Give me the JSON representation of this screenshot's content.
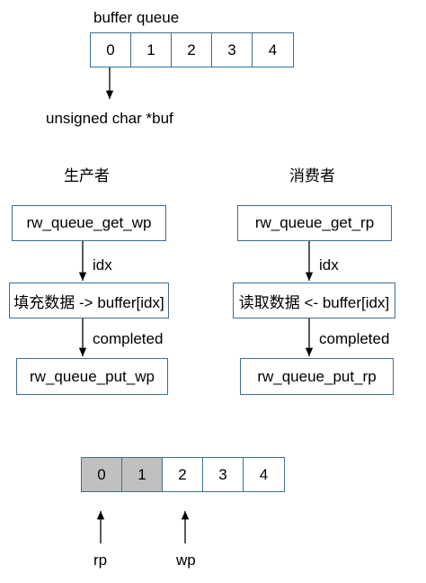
{
  "top": {
    "title": "buffer queue",
    "cells": [
      "0",
      "1",
      "2",
      "3",
      "4"
    ],
    "pointer_label": "unsigned char *buf"
  },
  "producer": {
    "title": "生产者",
    "step1": "rw_queue_get_wp",
    "edge1": "idx",
    "step2": "填充数据 -> buffer[idx]",
    "edge2": "completed",
    "step3": "rw_queue_put_wp"
  },
  "consumer": {
    "title": "消费者",
    "step1": "rw_queue_get_rp",
    "edge1": "idx",
    "step2": "读取数据 <- buffer[idx]",
    "edge2": "completed",
    "step3": "rw_queue_put_rp"
  },
  "bottom": {
    "cells": [
      "0",
      "1",
      "2",
      "3",
      "4"
    ],
    "filled_count": 2,
    "filled_color": "#c0c0c0",
    "rp_label": "rp",
    "wp_label": "wp"
  }
}
